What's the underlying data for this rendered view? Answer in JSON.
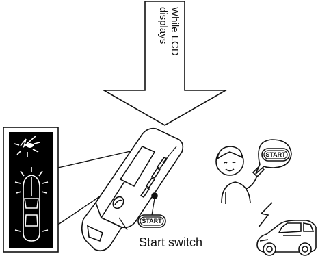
{
  "arrow": {
    "line1": "While LCD",
    "line2": "displays"
  },
  "remote": {
    "button_label": "START",
    "caption": "Start switch"
  },
  "speech_bubble": {
    "button_label": "START"
  },
  "icons": {
    "lcd_panel": "signal-and-car-icon",
    "remote": "smart-key-remote-icon",
    "person": "person-with-key-icon",
    "car": "car-starting-icon"
  },
  "colors": {
    "lcd_background": "#000000",
    "line": "#111111"
  }
}
